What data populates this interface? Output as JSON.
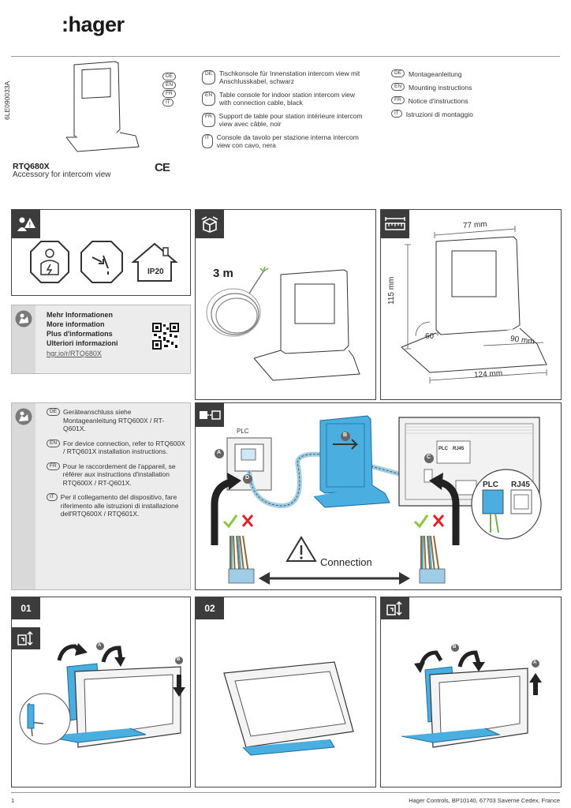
{
  "brand": {
    "logo": ":hager"
  },
  "doc_number": "6LE090033A",
  "header_langs": [
    "DE",
    "EN",
    "FR",
    "IT"
  ],
  "descriptions": [
    {
      "lang": "DE",
      "text": "Tischkonsole für Innenstation intercom view mit Anschlusskabel, schwarz"
    },
    {
      "lang": "EN",
      "text": "Table console for indoor station intercom view with connection cable, black"
    },
    {
      "lang": "FR",
      "text": "Support de table pour station intérieure intercom view avec câble, noir"
    },
    {
      "lang": "IT",
      "text": "Console da tavolo per stazione interna intercom view con cavo, nera"
    }
  ],
  "instructions": [
    {
      "lang": "DE",
      "text": "Montageanleitung"
    },
    {
      "lang": "EN",
      "text": "Mounting instructions"
    },
    {
      "lang": "FR",
      "text": "Notice d'instructions"
    },
    {
      "lang": "IT",
      "text": "Istruzioni di montaggio"
    }
  ],
  "product": {
    "name": "RTQ680X",
    "subtitle": "Accessory for intercom view",
    "ce_mark": "CE"
  },
  "safety": {
    "ip_rating": "IP20"
  },
  "more_info": {
    "lines": [
      "Mehr Informationen",
      "More information",
      "Plus d'informations",
      "Ulteriori informazioni"
    ],
    "link": "hgr.io/r/RTQ680X"
  },
  "contents": {
    "cable_length": "3 m"
  },
  "dimensions": {
    "width": "77 mm",
    "height": "115 mm",
    "angle": "60 °",
    "depth": "90 mm",
    "base": "124 mm"
  },
  "connection_notes": [
    {
      "lang": "DE",
      "text": "Geräteanschluss siehe Montageanleitung RTQ600X / RT-Q601X."
    },
    {
      "lang": "EN",
      "text": "For device connection, refer to RTQ600X / RTQ601X installation instructions."
    },
    {
      "lang": "FR",
      "text": "Pour le raccordement de l'appareil, se référer aux instructions d'installation RTQ600X / RT-Q601X."
    },
    {
      "lang": "IT",
      "text": "Per il collegamento del dispositivo, fare riferimento alle istruzioni di installazione dell'RTQ600X / RTQ601X."
    }
  ],
  "connection": {
    "label": "Connection",
    "plc": "PLC",
    "rj45": "RJ45",
    "markers": {
      "a": "A",
      "b": "B",
      "c": "C",
      "d": "D"
    }
  },
  "steps": [
    {
      "num": "01",
      "marker_a": "A",
      "marker_b": "B"
    },
    {
      "num": "02"
    },
    {
      "num": "",
      "marker_a": "A",
      "marker_b": "B"
    }
  ],
  "footer": {
    "page": "1",
    "address": "Hager Controls, BP10140, 67703 Saverne Cedex, France"
  },
  "colors": {
    "accent_blue": "#4aaee0",
    "dark": "#3c3c3c",
    "check_green": "#8cc63f",
    "cross_red": "#e2232a"
  }
}
